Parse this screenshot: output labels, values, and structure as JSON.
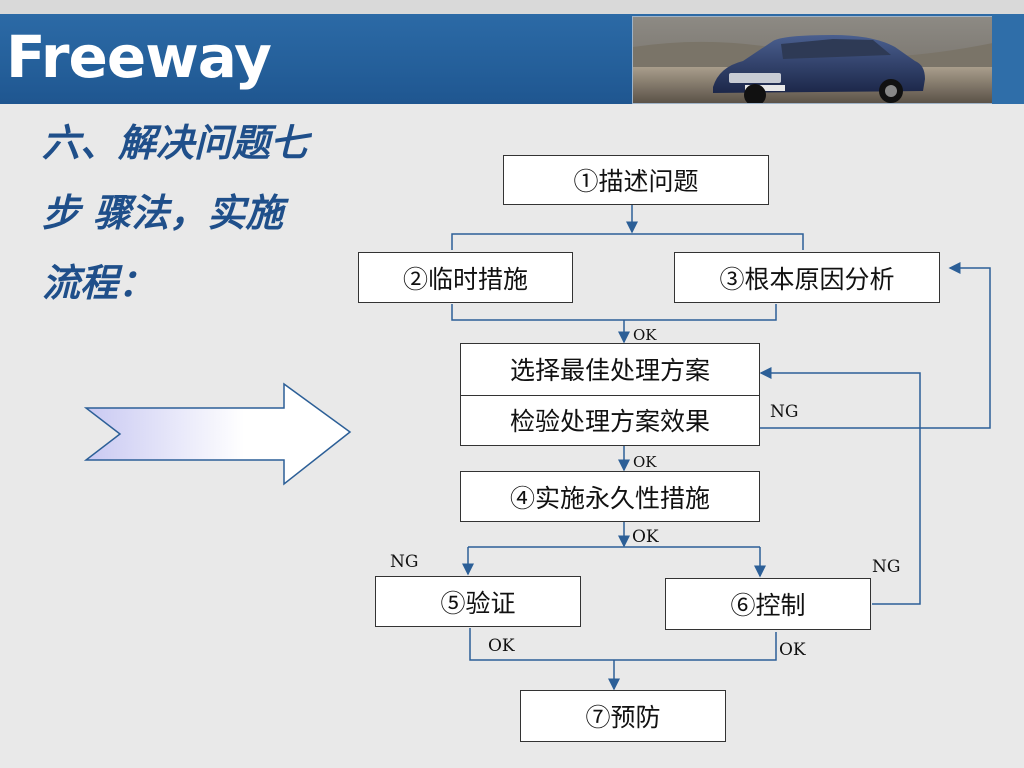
{
  "header": {
    "logo_text": "Freeway",
    "brand_color": "#245f9a"
  },
  "title": {
    "line1": "六、解决问题七",
    "line2": "步 骤法，实施",
    "line3": "流程："
  },
  "flow": {
    "step1": "①描述问题",
    "step2": "②临时措施",
    "step3": "③根本原因分析",
    "select_solution": "选择最佳处理方案",
    "verify_solution": "检验处理方案效果",
    "step4": "④实施永久性措施",
    "step5": "⑤验证",
    "step6": "⑥控制",
    "step7": "⑦预防"
  },
  "labels": {
    "ok_after_2_3": "OK",
    "ok_after_verify": "OK",
    "ok_after_4": "OK",
    "ng_verify": "NG",
    "ng_left": "NG",
    "ng_right": "NG",
    "ok_after_5": "OK",
    "ok_after_6": "OK"
  },
  "colors": {
    "connector": "#2c5f97",
    "title": "#1f4f8a"
  }
}
